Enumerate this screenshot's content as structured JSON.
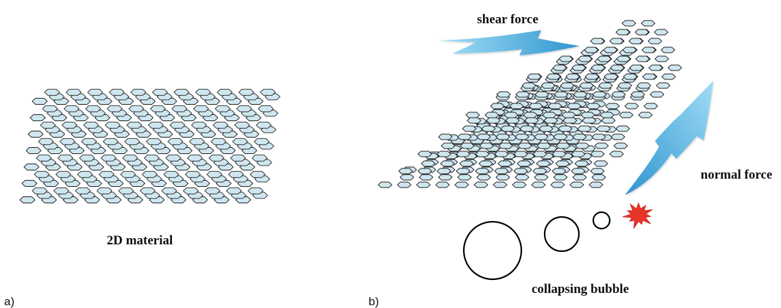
{
  "panel_a": {
    "panel_label": "a)",
    "caption": "2D material"
  },
  "panel_b": {
    "panel_label": "b)",
    "shear_label": "shear force",
    "normal_label": "normal force",
    "bubble_label": "collapsing bubble"
  },
  "colors": {
    "hexagon_fill": "#cfe6ef",
    "hexagon_edge": "#1d1d1d",
    "arrow_light": "#9fdcf6",
    "arrow_dark": "#2f95cf",
    "burst": "#e8352a"
  },
  "icons": {
    "arrows": "block-arrow-icon",
    "burst": "starburst-icon",
    "bubbles": "circle-outline-icon"
  }
}
